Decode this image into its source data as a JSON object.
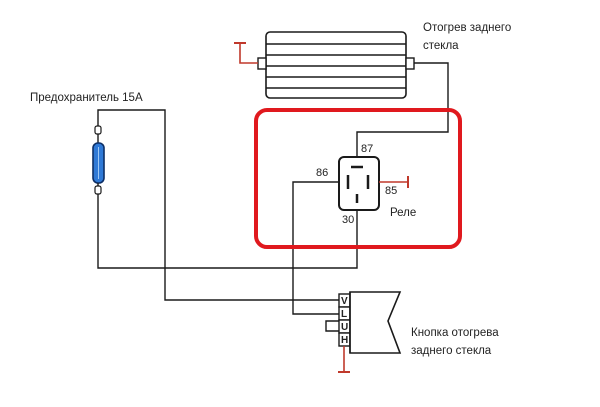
{
  "labels": {
    "heater_title_line1": "Отогрев заднего",
    "heater_title_line2": "стекла",
    "fuse_label": "Предохранитель 15А",
    "relay_label": "Реле",
    "button_label_line1": "Кнопка отогрева",
    "button_label_line2": "заднего стекла"
  },
  "relay_pins": {
    "p87": "87",
    "p86": "86",
    "p85": "85",
    "p30": "30"
  },
  "switch_pins": [
    "V",
    "L",
    "U",
    "H"
  ],
  "colors": {
    "wire": "#1a1a1a",
    "ground": "#c0392b",
    "highlight": "#e0191e",
    "fuse_fill": "#2f79d6",
    "fuse_border": "#0d2f66"
  }
}
